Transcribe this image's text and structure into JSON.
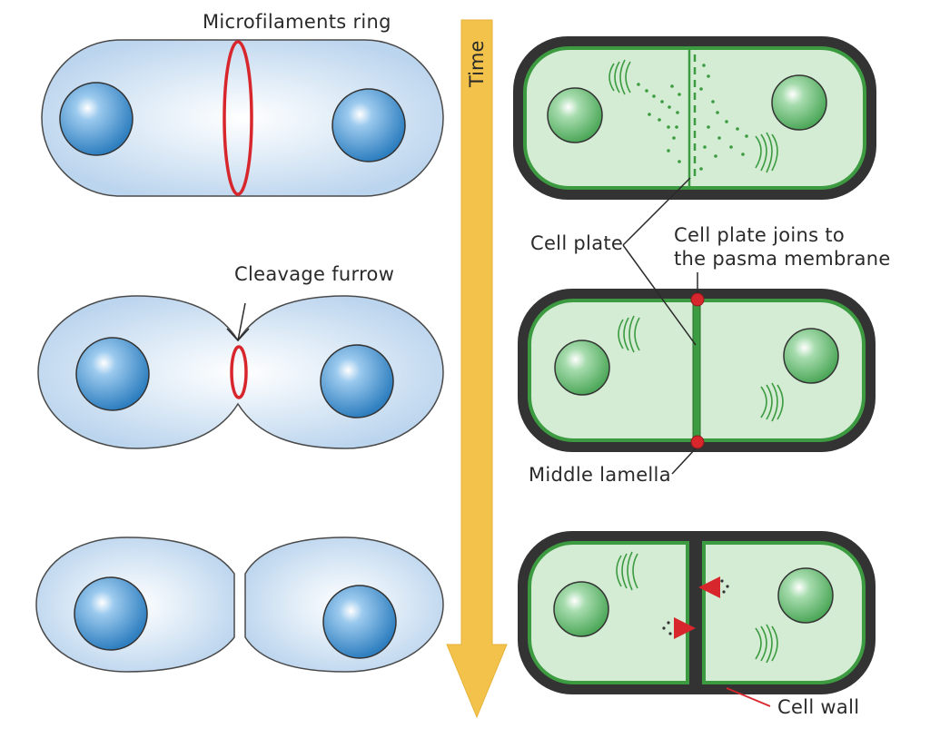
{
  "labels": {
    "time": "Time",
    "microfilaments_ring": "Microfilaments ring",
    "cleavage_furrow": "Cleavage furrow",
    "cell_plate": "Cell plate",
    "cell_plate_joins_line1": "Cell plate joins to",
    "cell_plate_joins_line2": "the pasma membrane",
    "middle_lamella": "Middle lamella",
    "cell_wall": "Cell wall"
  },
  "colors": {
    "animal_cell_fill": "#c6ddf1",
    "animal_cell_outline": "#4a4a4a",
    "nucleus_blue": "#3f8fcc",
    "microfilament_red": "#d8262d",
    "time_arrow": "#f2c24a",
    "cell_wall": "#333333",
    "plant_membrane": "#3c9b40",
    "plant_cytoplasm": "#d4ecd4",
    "plant_nucleus": "#5fb56a",
    "vesicle_green": "#3c9b40",
    "label_text": "#2a2a2a"
  }
}
